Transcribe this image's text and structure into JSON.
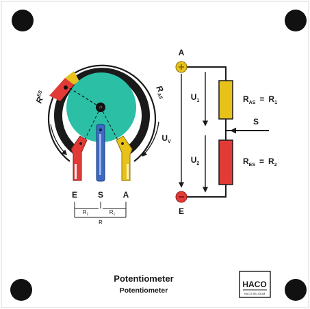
{
  "board": {
    "title": "Potentiometer",
    "subtitle": "Potentiometer",
    "logo": "HACO",
    "logo_tagline": "HACO BELGIUM"
  },
  "physical": {
    "arc_labels": {
      "left": "R",
      "left_sub": "ES",
      "right": "R",
      "right_sub": "AS"
    },
    "terminals": [
      "E",
      "S",
      "A"
    ],
    "dimension_labels": {
      "r1_left": "R",
      "r1_right": "R",
      "sub": "1",
      "total": "R"
    }
  },
  "circuit": {
    "node_top": "A",
    "node_bottom": "E",
    "node_wiper": "S",
    "u1": {
      "main": "U",
      "sub": "1"
    },
    "u2": {
      "main": "U",
      "sub": "2"
    },
    "uv": {
      "main": "U",
      "sub": "V"
    },
    "ras": {
      "main": "R",
      "sub": "AS",
      "eq": "=",
      "rhs": "R",
      "rhs_sub": "1"
    },
    "res": {
      "main": "R",
      "sub": "ES",
      "eq": "=",
      "rhs": "R",
      "rhs_sub": "2"
    }
  },
  "colors": {
    "red": "#e23a36",
    "yellow": "#e8c21a",
    "teal": "#2bbfa6",
    "blue": "#3a68c2",
    "dark": "#1a1a1a",
    "board": "#ffffff"
  }
}
